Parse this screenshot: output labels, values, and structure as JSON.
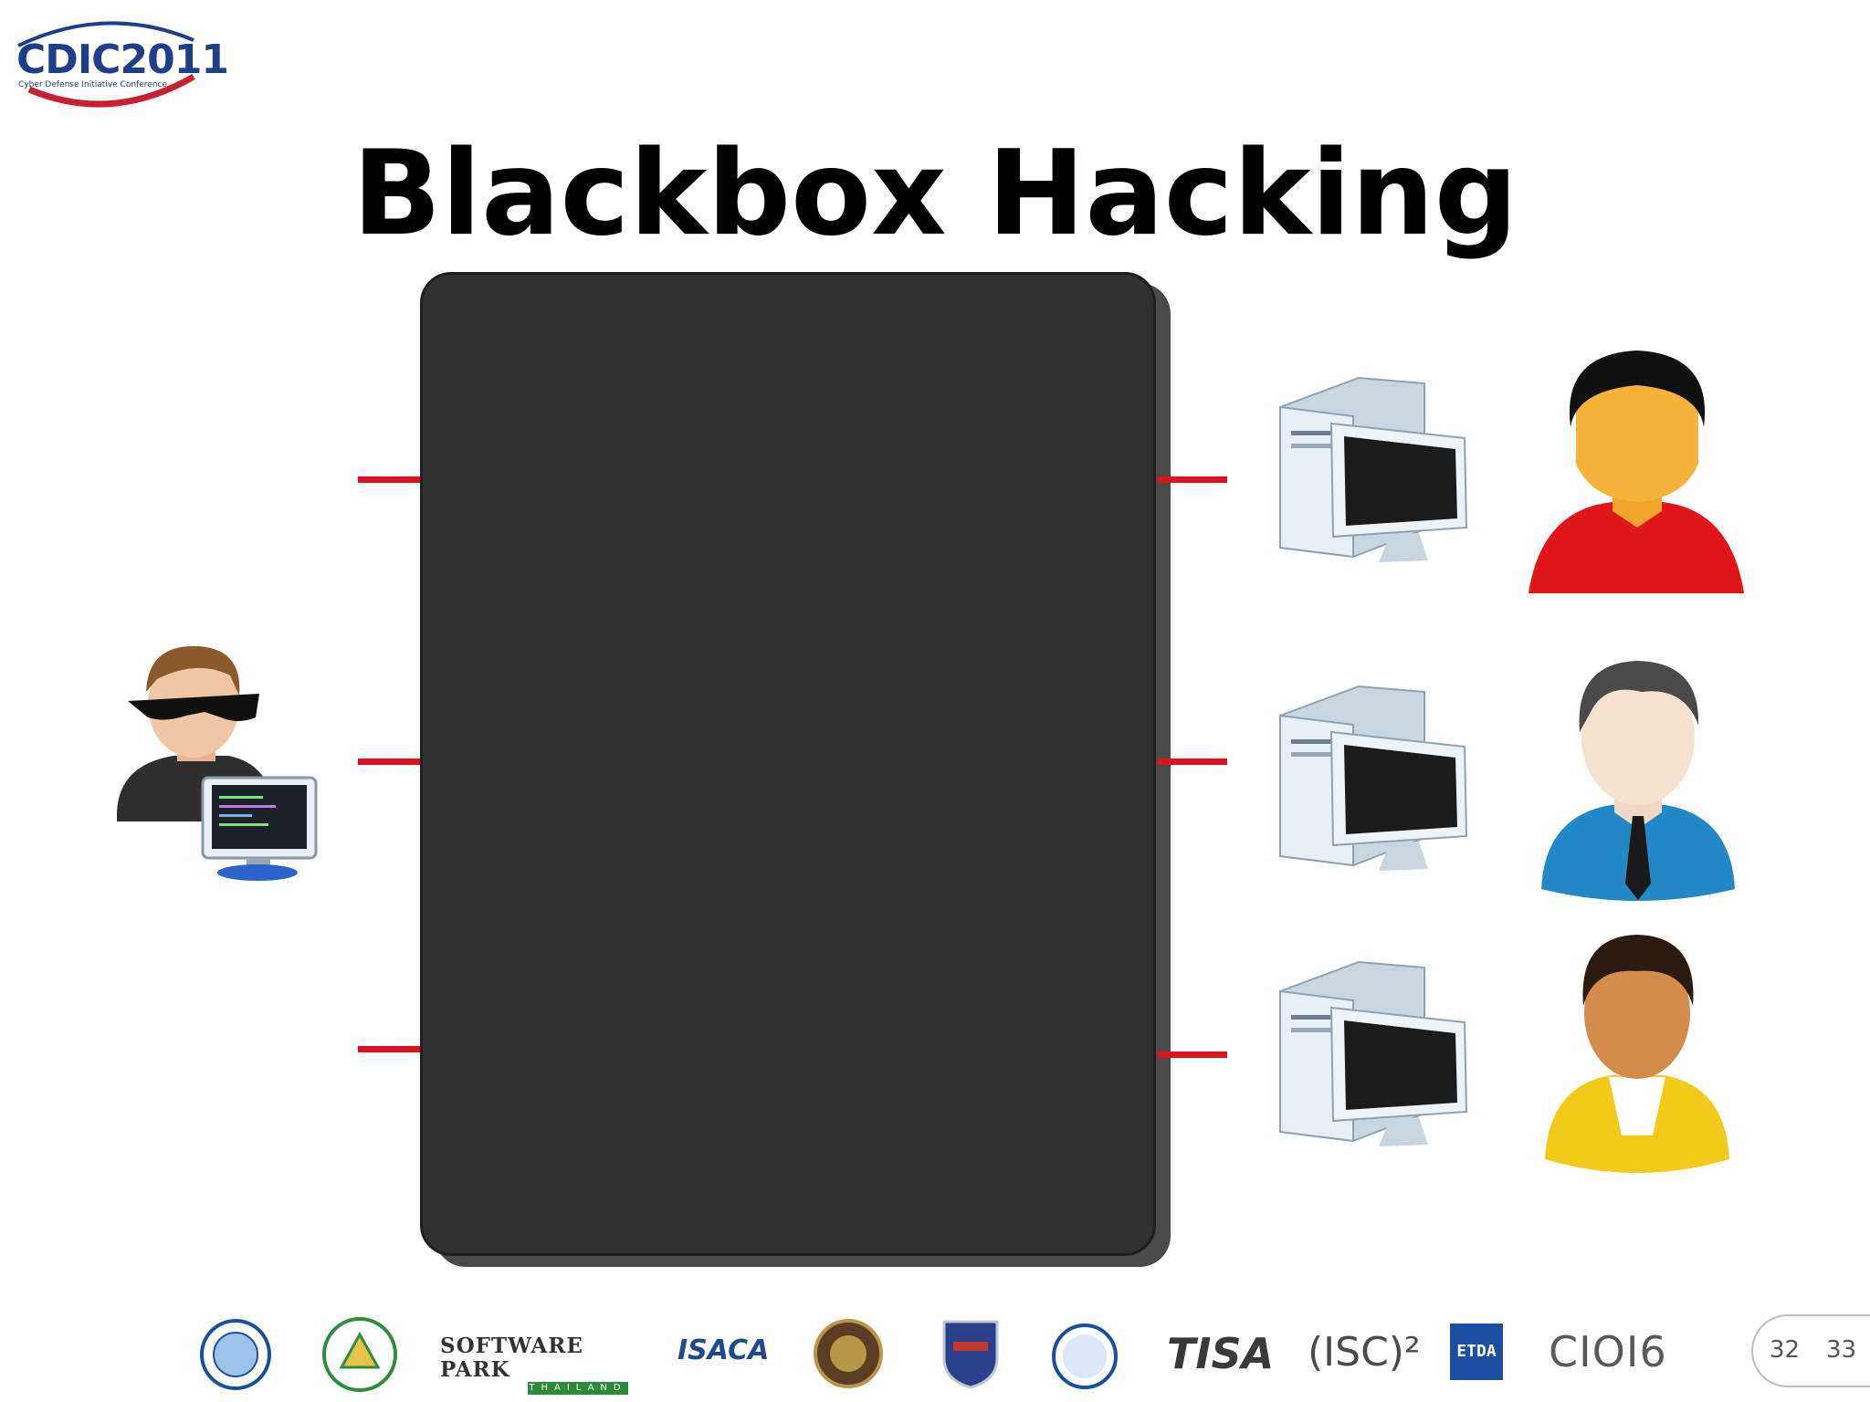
{
  "logo": {
    "name": "CDIC2011",
    "subtitle": "Cyber Defense Initiative Conference"
  },
  "slide": {
    "title": "Blackbox Hacking"
  },
  "icons": {
    "attacker": "hacker-with-monitor-icon",
    "computers": [
      "desktop-computer-icon",
      "desktop-computer-icon",
      "desktop-computer-icon"
    ],
    "users": [
      "user-red-shirt-icon",
      "user-blue-shirt-tie-icon",
      "user-yellow-shirt-icon"
    ]
  },
  "colors": {
    "blackbox": "#323031",
    "link": "#e0111a",
    "title": "#000000"
  },
  "sponsors": [
    "SOFTWARE PARK",
    "THAILAND",
    "ISACA",
    "TISA",
    "(ISC)²",
    "ETDA",
    "CIOI6"
  ],
  "pager": {
    "current": "32",
    "next": "33"
  }
}
